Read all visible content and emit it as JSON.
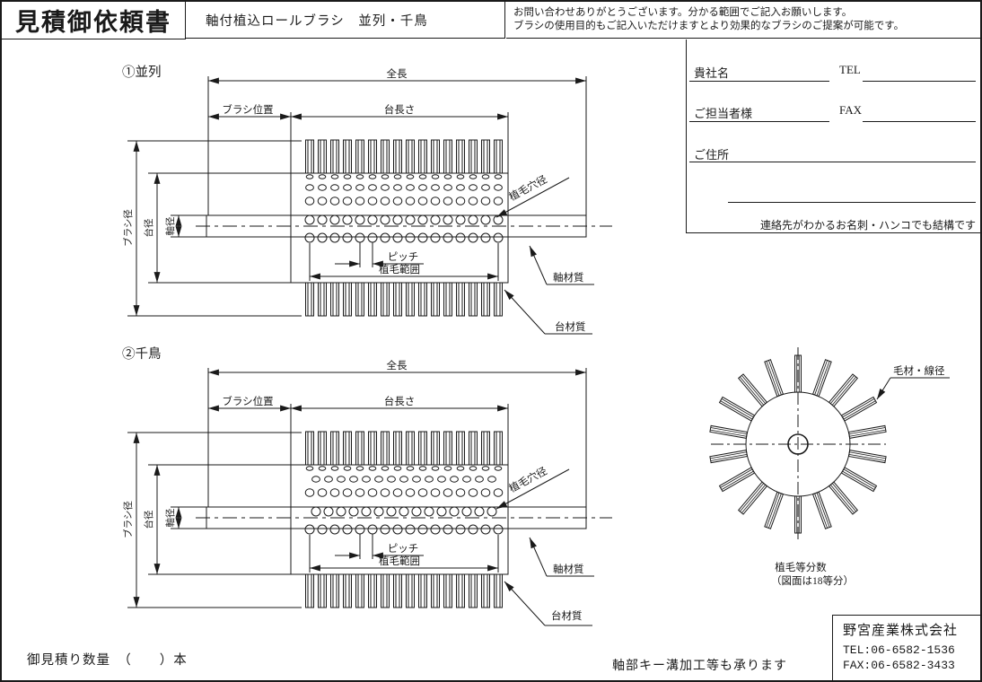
{
  "header": {
    "title": "見積御依頼書",
    "subtitle": "軸付植込ロールブラシ　並列・千鳥",
    "note_line1": "お問い合わせありがとうございます。分かる範囲でご記入お願いします。",
    "note_line2": "ブラシの使用目的もご記入いただけますとより効果的なブラシのご提案が可能です。"
  },
  "form": {
    "company_label": "貴社名",
    "tel_label": "TEL",
    "contact_label": "ご担当者様",
    "fax_label": "FAX",
    "address_label": "ご住所",
    "note": "連絡先がわかるお名刺・ハンコでも結構です"
  },
  "drawings": {
    "d1_title": "①並列",
    "d2_title": "②千鳥",
    "dims": {
      "overall_length": "全長",
      "brush_position": "ブラシ位置",
      "base_length": "台長さ",
      "brush_diameter": "ブラシ径",
      "base_diameter": "台径",
      "shaft_diameter": "軸径",
      "hole_diameter": "植毛穴径",
      "pitch": "ピッチ",
      "tuft_range": "植毛範囲",
      "shaft_material": "軸材質",
      "base_material": "台材質"
    },
    "wheel": {
      "bristle_label": "毛材・線径",
      "caption_line1": "植毛等分数",
      "caption_line2": "（図面は18等分）"
    }
  },
  "footer": {
    "quantity_label": "御見積り数量　（　　）本",
    "keyway_note": "軸部キー溝加工等も承ります",
    "company_name": "野宮産業株式会社",
    "company_tel": "TEL:06-6582-1536",
    "company_fax": "FAX:06-6582-3433"
  },
  "colors": {
    "line": "#1a1a1a",
    "background": "#ffffff"
  }
}
